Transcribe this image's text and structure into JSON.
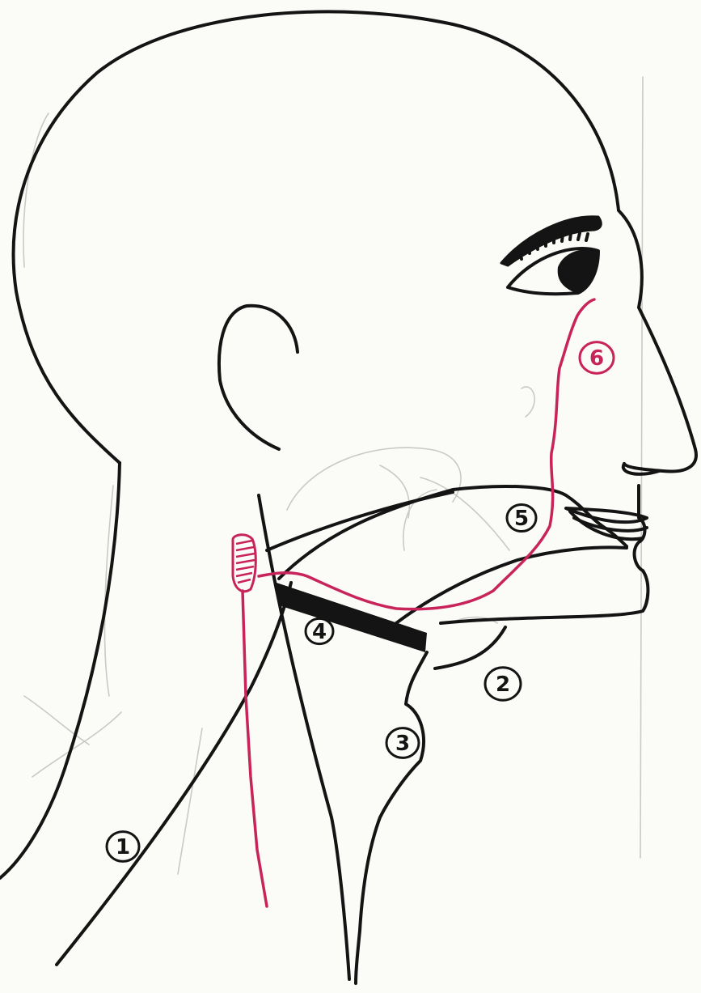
{
  "colors": {
    "ink": "#141414",
    "nerve": "#c8235a",
    "paper": "#fbfbf8",
    "pencil": "#c9c9c6"
  },
  "labels": [
    {
      "id": "1",
      "text": "1",
      "color": "ink"
    },
    {
      "id": "2",
      "text": "2",
      "color": "ink"
    },
    {
      "id": "3",
      "text": "3",
      "color": "ink"
    },
    {
      "id": "4",
      "text": "4",
      "color": "ink"
    },
    {
      "id": "5",
      "text": "5",
      "color": "ink"
    },
    {
      "id": "6",
      "text": "6",
      "color": "nerve"
    }
  ]
}
